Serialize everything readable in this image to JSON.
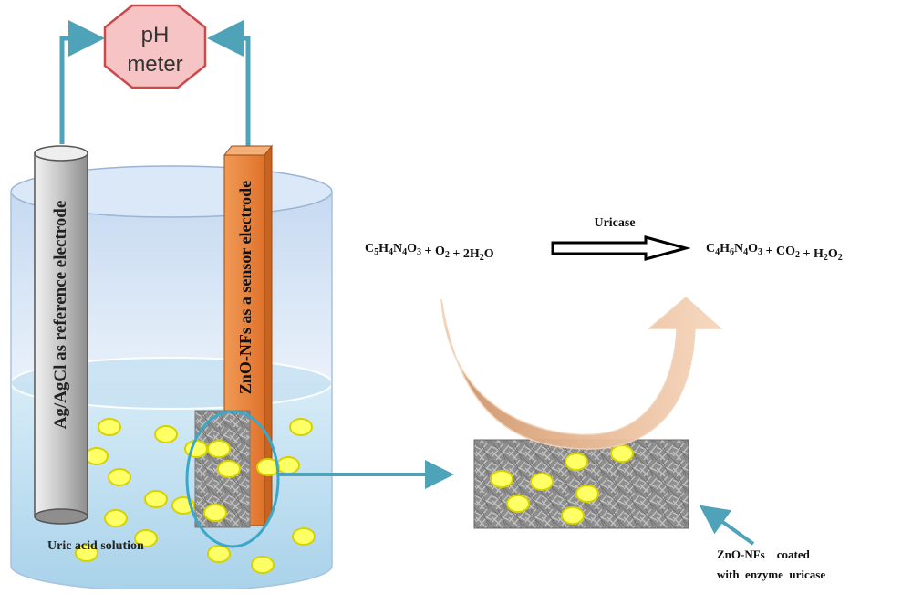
{
  "meter": {
    "line1": "pH",
    "line2": "meter"
  },
  "electrodes": {
    "reference": "Ag/AgCl  as  reference electrode",
    "sensor": "ZnO-NFs as a sensor electrode"
  },
  "solution_label": "Uric acid solution",
  "reaction": {
    "enzyme": "Uricase",
    "reactants": [
      {
        "parts": [
          "C",
          "5",
          "H",
          "4",
          "N",
          "4",
          "O",
          "3"
        ]
      },
      {
        "text": " + "
      },
      {
        "parts": [
          "O",
          "2"
        ]
      },
      {
        "text": " + 2"
      },
      {
        "parts": [
          "H",
          "2",
          "O"
        ]
      }
    ],
    "products": [
      {
        "parts": [
          "C",
          "4",
          "H",
          "6",
          "N",
          "4",
          "O",
          "3"
        ]
      },
      {
        "text": " + "
      },
      {
        "parts": [
          "CO",
          "2"
        ]
      },
      {
        "text": " + "
      },
      {
        "parts": [
          "H",
          "2",
          "O",
          "2"
        ]
      }
    ]
  },
  "zoom_caption": {
    "line1": "ZnO-NFs    coated",
    "line2": "with  enzyme  uricase"
  },
  "colors": {
    "arrow": "#4fa3b8",
    "meter_fill": "#f6c4c4",
    "meter_stroke": "#c94a4a",
    "sensor_face": "#e8823a",
    "sensor_dark": "#c7621f",
    "reference_fill": "#c8c8c8",
    "beaker_top": "#cfe0f3",
    "liquid": "#b9dbee",
    "particle_fill": "#ffff66",
    "particle_stroke": "#d6d200",
    "zoom_ring": "#3ba7c9"
  }
}
